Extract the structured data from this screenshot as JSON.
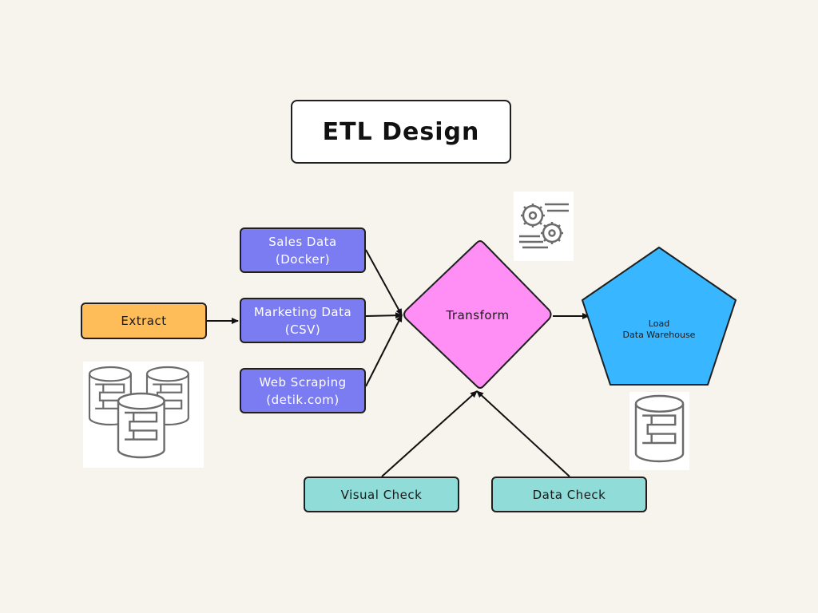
{
  "title": "ETL Design",
  "nodes": {
    "extract": "Extract",
    "sales": [
      "Sales Data",
      "(Docker)"
    ],
    "marketing": [
      "Marketing Data",
      "(CSV)"
    ],
    "web": [
      "Web Scraping",
      "(detik.com)"
    ],
    "transform": "Transform",
    "load": [
      "Load",
      "Data Warehouse"
    ],
    "visual_check": "Visual Check",
    "data_check": "Data Check"
  },
  "colors": {
    "background": "#f7f3ed",
    "extract": "#ffbd59",
    "sources": "#7b7bf2",
    "transform": "#ff8ef5",
    "load": "#38b6ff",
    "checks": "#8fdcd8"
  },
  "icons": [
    "database-cluster-icon",
    "gears-icon",
    "database-icon"
  ]
}
